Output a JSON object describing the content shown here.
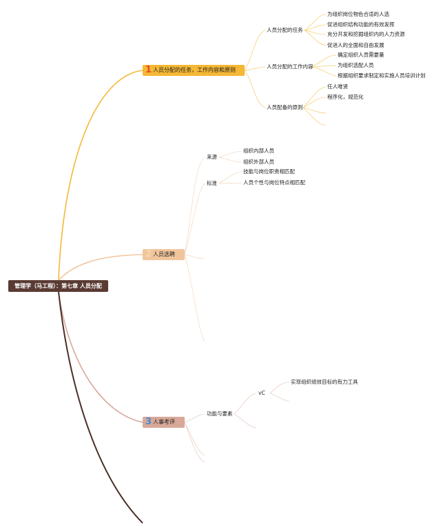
{
  "root": {
    "label": "管理学（马工程）：第七章 人员分配"
  },
  "branches": [
    {
      "num": "1",
      "label": "人员分配的任务，工作内容和原则",
      "color": "#f5b734",
      "children": [
        {
          "label": "人员分配的任务",
          "children": [
            "为组织岗位物色合适的人选",
            "促进组织结构功能的有效发挥",
            "充分开发和挖掘组织内的人力资源",
            "促进人的全面和自由发展"
          ]
        },
        {
          "label": "人员分配的工作内容",
          "children": [
            "确定组织人员需要量",
            "为组织选配人员",
            "根据组织要求制定和实施人员培训计划"
          ]
        },
        {
          "label": "人员配备的原则",
          "children": [
            "任人唯贤",
            "程序化，规范化"
          ]
        }
      ]
    },
    {
      "num": "2",
      "label": "人员选聘",
      "color": "#f1c59b",
      "children": [
        {
          "label": "来源",
          "children": [
            "组织内部人员",
            "组织外部人员"
          ]
        },
        {
          "label": "标准",
          "children": [
            "技能与岗位职责相匹配",
            "人员个性与岗位特点相匹配"
          ]
        }
      ]
    },
    {
      "num": "3",
      "label": "人事考评",
      "color": "#d8a898",
      "children": [
        {
          "label": "功能与要素",
          "children": [
            {
              "label": "vC",
              "children": [
                "实现组织绩效目标的有力工具"
              ]
            }
          ]
        }
      ]
    }
  ]
}
